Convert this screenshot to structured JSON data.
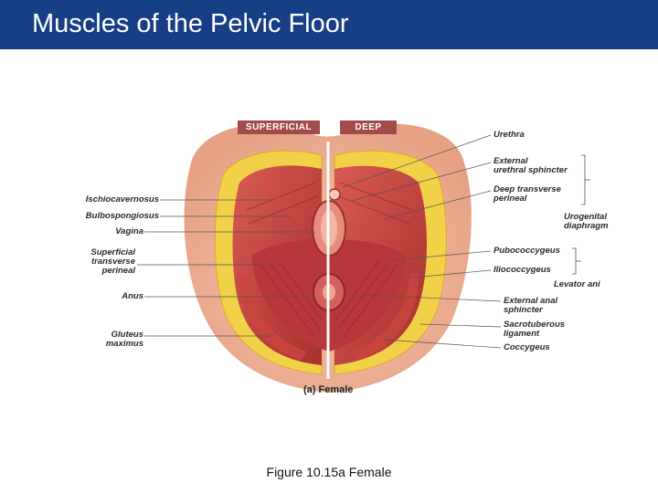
{
  "header": {
    "title": "Muscles of the Pelvic Floor"
  },
  "figure": {
    "tab_superficial": "SUPERFICIAL",
    "tab_deep": "DEEP",
    "panel_label": "(a)",
    "panel_name": "Female",
    "labels_left": {
      "ischiocavernosus": "Ischiocavernosus",
      "bulbospongiosus": "Bulbospongiosus",
      "vagina": "Vagina",
      "superficial_transverse_perineal": [
        "Superficial",
        "transverse",
        "perineal"
      ],
      "anus": "Anus",
      "gluteus_maximus": [
        "Gluteus",
        "maximus"
      ]
    },
    "labels_right": {
      "urethra": "Urethra",
      "external_urethral_sphincter": [
        "External",
        "urethral sphincter"
      ],
      "deep_transverse_perineal": [
        "Deep transverse",
        "perineal"
      ],
      "urogenital_diaphragm": [
        "Urogenital",
        "diaphragm"
      ],
      "pubococcygeus": "Pubococcygeus",
      "iliococcygeus": "Iliococcygeus",
      "levator_ani": "Levator ani",
      "external_anal_sphincter": [
        "External anal",
        "sphincter"
      ],
      "sacrotuberous_ligament": [
        "Sacrotuberous",
        "ligament"
      ],
      "coccygeus": "Coccygeus"
    },
    "colors": {
      "header": "#163f86",
      "tab": "#a34b4b",
      "skin": "#f0b9a0",
      "muscle": "#c9443f",
      "fat": "#f3d64a"
    }
  },
  "caption": "Figure 10.15a  Female"
}
